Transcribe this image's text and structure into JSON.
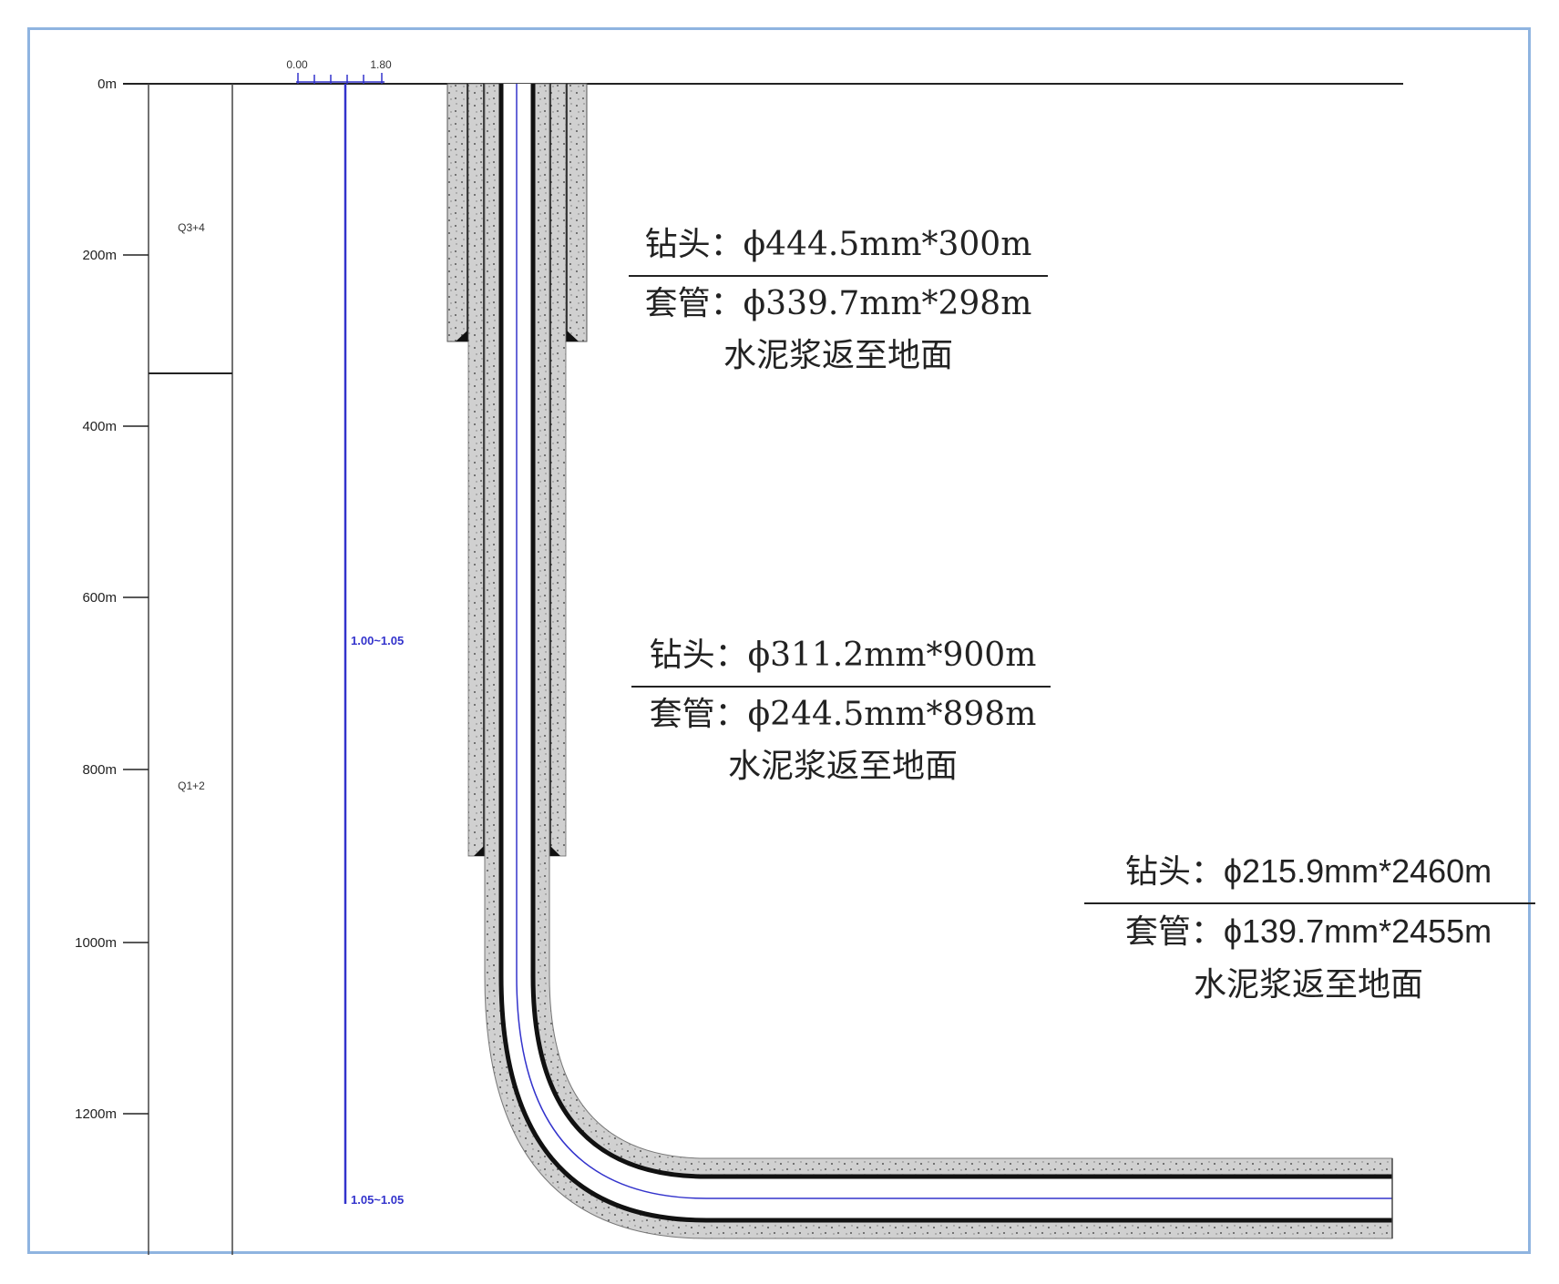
{
  "depth_axis": {
    "ticks": [
      "0m",
      "200m",
      "400m",
      "600m",
      "800m",
      "1000m",
      "1200m"
    ]
  },
  "strata": {
    "upper": "Q3+4",
    "lower": "Q1+2"
  },
  "density_scale": {
    "min_label": "0.00",
    "max_label": "1.80",
    "upper_range": "1.00~1.05",
    "lower_range": "1.05~1.05",
    "color": "#3333cc"
  },
  "annotations": [
    {
      "bit": "钻头：ϕ444.5mm*300m",
      "casing": "套管：ϕ339.7mm*298m",
      "cement": "水泥浆返至地面"
    },
    {
      "bit": "钻头：ϕ311.2mm*900m",
      "casing": "套管：ϕ244.5mm*898m",
      "cement": "水泥浆返至地面"
    },
    {
      "bit": "钻头：ϕ215.9mm*2460m",
      "casing": "套管：ϕ139.7mm*2455m",
      "cement": "水泥浆返至地面"
    }
  ],
  "colors": {
    "frame": "#8fb4e0",
    "cement": "#cfcfcf",
    "casing": "#111111",
    "tubing": "#3333cc"
  }
}
